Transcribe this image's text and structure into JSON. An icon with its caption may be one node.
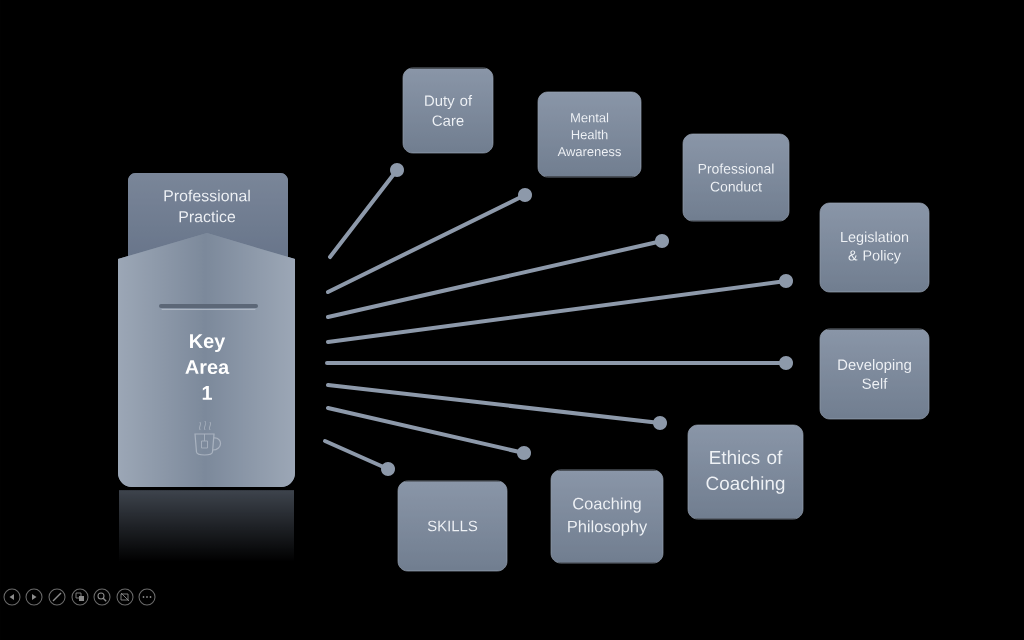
{
  "diagram": {
    "nodes": [
      {
        "text": [
          "Professional Practice",
          "Key Area 1"
        ]
      },
      {
        "text": [
          "Duty of Care"
        ]
      },
      {
        "text": [
          "Mental Health Awareness"
        ]
      },
      {
        "text": [
          "Professional Conduct"
        ]
      },
      {
        "text": [
          "Legislation & Policy"
        ]
      },
      {
        "text": [
          "Developing Self"
        ]
      },
      {
        "text": [
          "Ethics of Coaching"
        ]
      },
      {
        "text": [
          "Coaching Philosophy"
        ]
      },
      {
        "text": [
          "SKILLS"
        ]
      }
    ],
    "edges": [
      {
        "from": 0,
        "to": 1,
        "arrow": "other"
      },
      {
        "from": 0,
        "to": 2,
        "arrow": "other"
      },
      {
        "from": 0,
        "to": 3,
        "arrow": "other"
      },
      {
        "from": 0,
        "to": 4,
        "arrow": "other"
      },
      {
        "from": 0,
        "to": 5,
        "arrow": "other"
      },
      {
        "from": 0,
        "to": 6,
        "arrow": "other"
      },
      {
        "from": 0,
        "to": 7,
        "arrow": "other"
      },
      {
        "from": 0,
        "to": 8,
        "arrow": "other"
      }
    ]
  }
}
